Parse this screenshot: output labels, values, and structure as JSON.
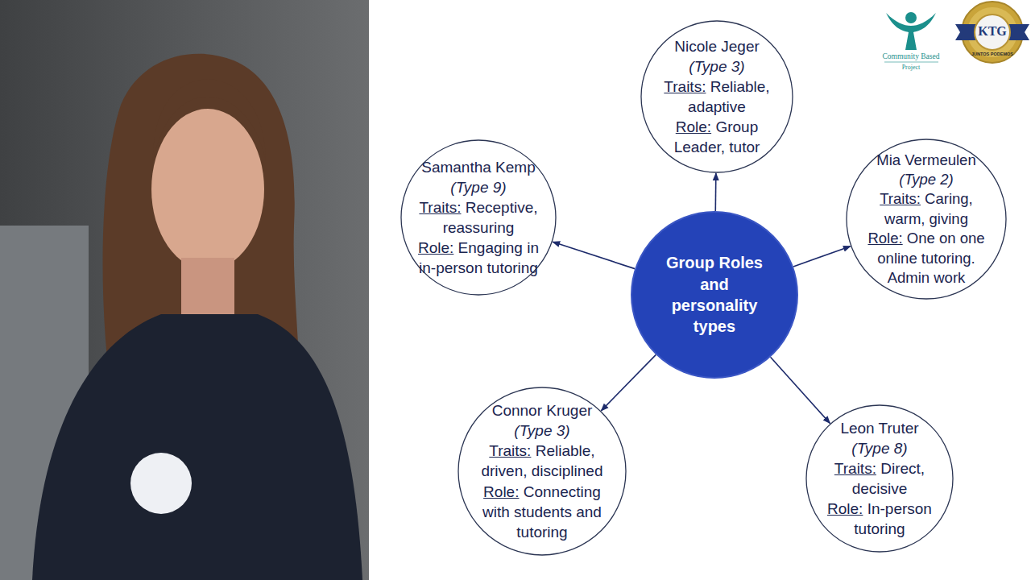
{
  "diagram": {
    "nodes": [
      {
        "text": [
          "Nicole Jeger",
          "(Type 3)",
          "Traits:",
          "Reliable, adaptive",
          "Role:",
          "Group Leader, tutor"
        ]
      },
      {
        "text": [
          "Samantha Kemp",
          "(Type 9)",
          "Traits:",
          "Receptive, reassuring",
          "Role:",
          "Engaging in in-person tutoring"
        ]
      },
      {
        "text": [
          "Mia Vermeulen",
          "(Type 2)",
          "Traits:",
          "Caring, warm, giving",
          "Role:",
          "One on one online tutoring. Admin work"
        ]
      },
      {
        "text": [
          "Group Roles and personality types"
        ]
      },
      {
        "text": [
          "Connor Kruger",
          "(Type 3)",
          "Traits:",
          "Reliable, driven, disciplined",
          "Role:",
          "Connecting with students and tutoring"
        ]
      },
      {
        "text": [
          "Leon Truter",
          "(Type 8)",
          "Traits:",
          "Direct, decisive",
          "Role:",
          "In-person tutoring"
        ]
      }
    ],
    "edges": [
      {
        "from": 3,
        "to": 0,
        "arrow": "to"
      },
      {
        "from": 3,
        "to": 1,
        "arrow": "to"
      },
      {
        "from": 3,
        "to": 2,
        "arrow": "to"
      },
      {
        "from": 3,
        "to": 4,
        "arrow": "to"
      },
      {
        "from": 3,
        "to": 5,
        "arrow": "to"
      }
    ],
    "labels": [
      "Community Based",
      "Project",
      "KTG",
      "JUNTOS PODEMOS"
    ]
  }
}
